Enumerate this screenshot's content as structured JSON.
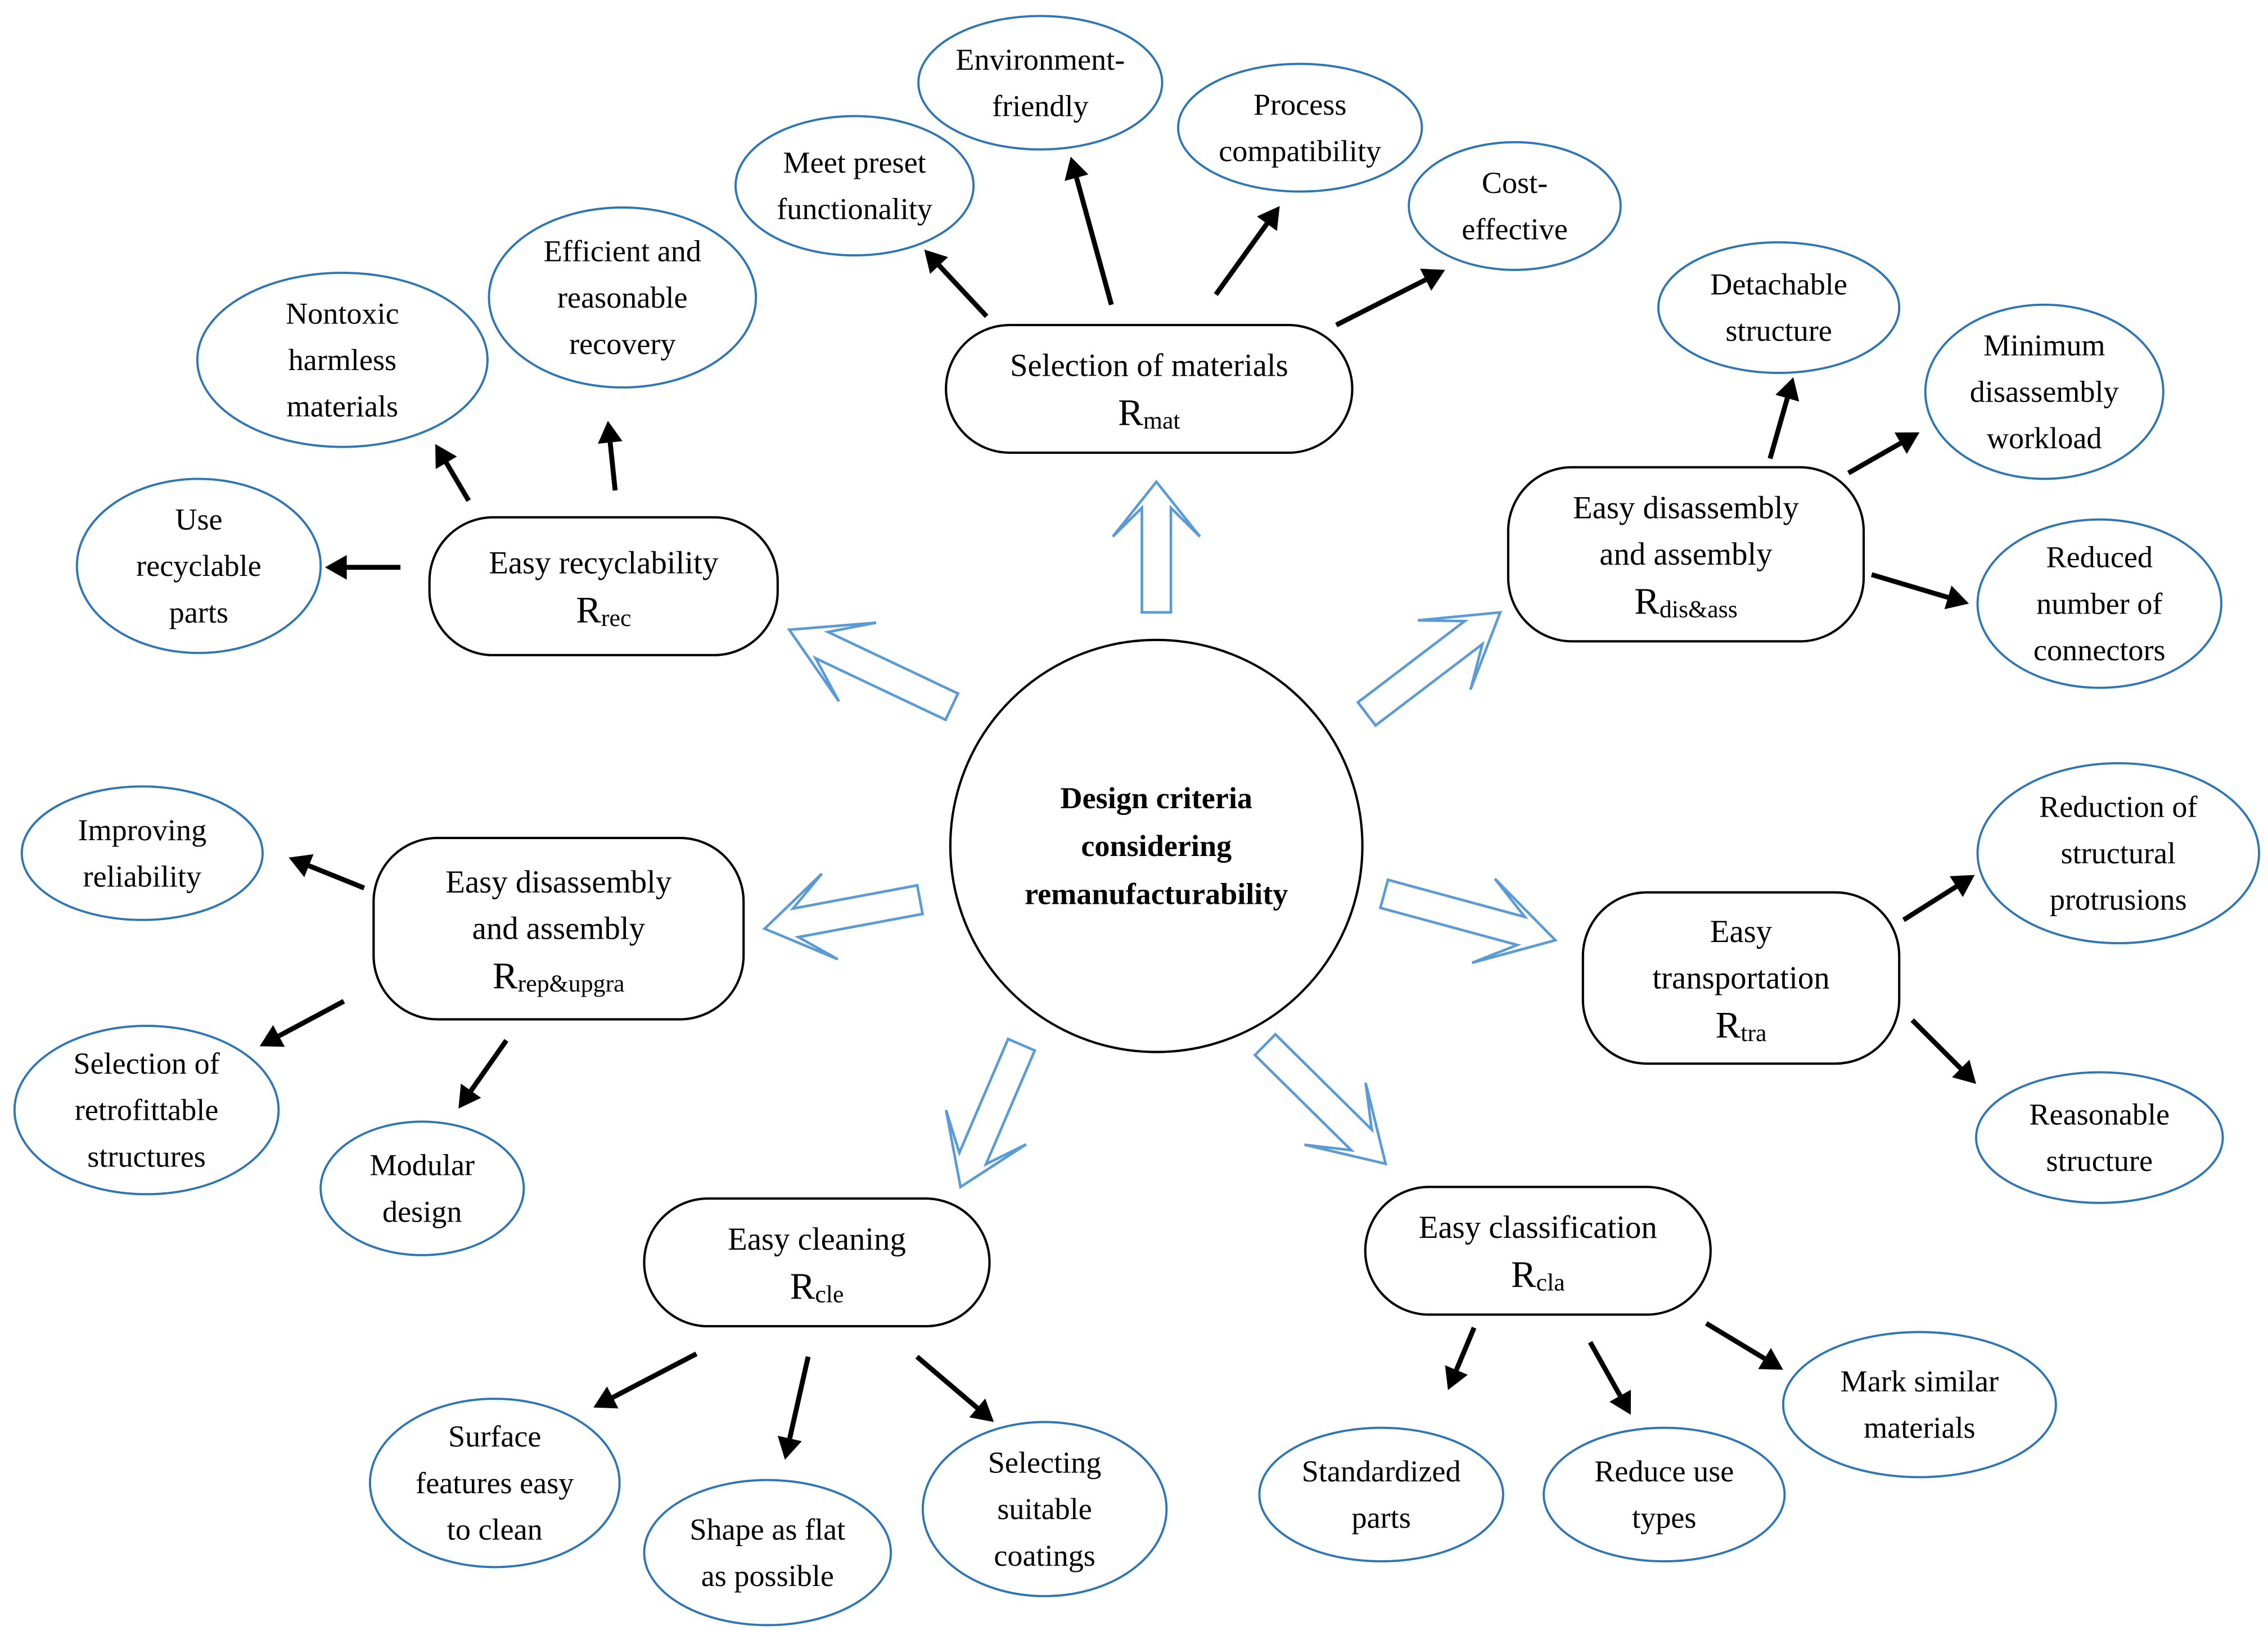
{
  "center": {
    "lines": [
      "Design criteria",
      "considering",
      "remanufacturability"
    ]
  },
  "criteria": [
    {
      "id": "mat",
      "lines": [
        "Selection of materials"
      ],
      "symbol_base": "R",
      "symbol_sub": "mat",
      "leaves": [
        {
          "id": "meet-preset-functionality",
          "lines": [
            "Meet preset",
            "functionality"
          ]
        },
        {
          "id": "environment-friendly",
          "lines": [
            "Environment-",
            "friendly"
          ]
        },
        {
          "id": "process-compatibility",
          "lines": [
            "Process",
            "compatibility"
          ]
        },
        {
          "id": "cost-effective",
          "lines": [
            "Cost-",
            "effective"
          ]
        }
      ]
    },
    {
      "id": "rec",
      "lines": [
        "Easy recyclability"
      ],
      "symbol_base": "R",
      "symbol_sub": "rec",
      "leaves": [
        {
          "id": "use-recyclable-parts",
          "lines": [
            "Use",
            "recyclable",
            "parts"
          ]
        },
        {
          "id": "nontoxic-harmless-materials",
          "lines": [
            "Nontoxic",
            "harmless",
            "materials"
          ]
        },
        {
          "id": "efficient-reasonable-recovery",
          "lines": [
            "Efficient and",
            "reasonable",
            "recovery"
          ]
        }
      ]
    },
    {
      "id": "dis-ass",
      "lines": [
        "Easy disassembly",
        "and assembly"
      ],
      "symbol_base": "R",
      "symbol_sub": "dis&ass",
      "leaves": [
        {
          "id": "detachable-structure",
          "lines": [
            "Detachable",
            "structure"
          ]
        },
        {
          "id": "minimum-disassembly-workload",
          "lines": [
            "Minimum",
            "disassembly",
            "workload"
          ]
        },
        {
          "id": "reduced-number-of-connectors",
          "lines": [
            "Reduced",
            "number of",
            "connectors"
          ]
        }
      ]
    },
    {
      "id": "rep-upgra",
      "lines": [
        "Easy disassembly",
        "and assembly"
      ],
      "symbol_base": "R",
      "symbol_sub": "rep&upgra",
      "leaves": [
        {
          "id": "improving-reliability",
          "lines": [
            "Improving",
            "reliability"
          ]
        },
        {
          "id": "selection-retrofittable-structures",
          "lines": [
            "Selection of",
            "retrofittable",
            "structures"
          ]
        },
        {
          "id": "modular-design",
          "lines": [
            "Modular",
            "design"
          ]
        }
      ]
    },
    {
      "id": "tra",
      "lines": [
        "Easy",
        "transportation"
      ],
      "symbol_base": "R",
      "symbol_sub": "tra",
      "leaves": [
        {
          "id": "reduction-structural-protrusions",
          "lines": [
            "Reduction of",
            "structural",
            "protrusions"
          ]
        },
        {
          "id": "reasonable-structure",
          "lines": [
            "Reasonable",
            "structure"
          ]
        }
      ]
    },
    {
      "id": "cle",
      "lines": [
        "Easy cleaning"
      ],
      "symbol_base": "R",
      "symbol_sub": "cle",
      "leaves": [
        {
          "id": "surface-features-easy-to-clean",
          "lines": [
            "Surface",
            "features easy",
            "to clean"
          ]
        },
        {
          "id": "shape-as-flat-as-possible",
          "lines": [
            "Shape as flat",
            "as possible"
          ]
        },
        {
          "id": "selecting-suitable-coatings",
          "lines": [
            "Selecting",
            "suitable",
            "coatings"
          ]
        }
      ]
    },
    {
      "id": "cla",
      "lines": [
        "Easy classification"
      ],
      "symbol_base": "R",
      "symbol_sub": "cla",
      "leaves": [
        {
          "id": "standardized-parts",
          "lines": [
            "Standardized",
            "parts"
          ]
        },
        {
          "id": "reduce-use-types",
          "lines": [
            "Reduce use",
            "types"
          ]
        },
        {
          "id": "mark-similar-materials",
          "lines": [
            "Mark similar",
            "materials"
          ]
        }
      ]
    }
  ],
  "colors": {
    "leaf_border": "#2e75b6",
    "hollow_arrow": "#5b9bd5",
    "box_border": "#000000",
    "arrow": "#000000",
    "text": "#000000"
  }
}
